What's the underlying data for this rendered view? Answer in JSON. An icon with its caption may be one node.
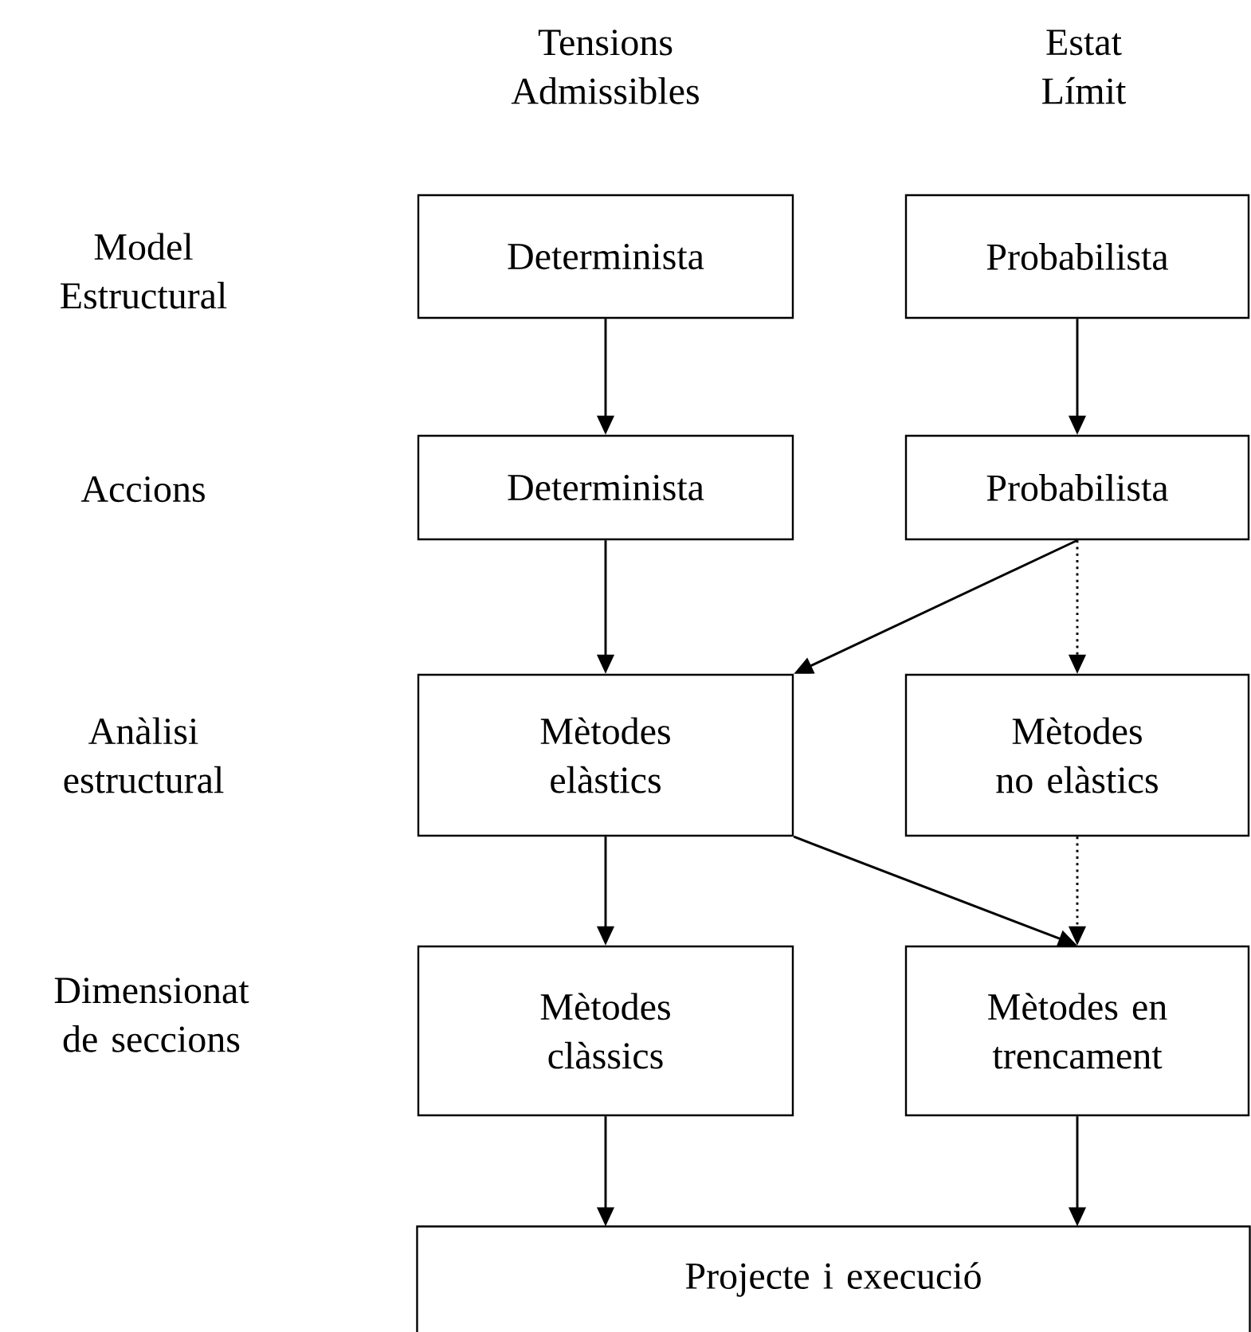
{
  "diagram": {
    "nodes": [
      {
        "text": [
          "Determinista"
        ]
      },
      {
        "text": [
          "Probabilista"
        ]
      },
      {
        "text": [
          "Determinista"
        ]
      },
      {
        "text": [
          "Probabilista"
        ]
      },
      {
        "text": [
          "Mètodes elàstics"
        ]
      },
      {
        "text": [
          "Mètodes no elàstics"
        ]
      },
      {
        "text": [
          "Mètodes clàssics"
        ]
      },
      {
        "text": [
          "Mètodes en trencament"
        ]
      },
      {
        "text": [
          "Projecte i execució"
        ]
      }
    ],
    "edges": [
      {
        "from": 0,
        "to": 2,
        "arrow": "to"
      },
      {
        "from": 1,
        "to": 3,
        "arrow": "to"
      },
      {
        "from": 2,
        "to": 4,
        "arrow": "to"
      },
      {
        "from": 3,
        "to": 4,
        "arrow": "to"
      },
      {
        "from": 3,
        "to": 5,
        "arrow": "to",
        "style": "dashed"
      },
      {
        "from": 4,
        "to": 6,
        "arrow": "to"
      },
      {
        "from": 4,
        "to": 7,
        "arrow": "to"
      },
      {
        "from": 5,
        "to": 7,
        "arrow": "to",
        "style": "dashed"
      },
      {
        "from": 6,
        "to": 8,
        "arrow": "to"
      },
      {
        "from": 7,
        "to": 8,
        "arrow": "to"
      }
    ],
    "labels": [
      "Tensions Admissibles",
      "Estat Límit",
      "Model Estructural",
      "Accions",
      "Anàlisi estructural",
      "Dimensionat de seccions"
    ]
  }
}
